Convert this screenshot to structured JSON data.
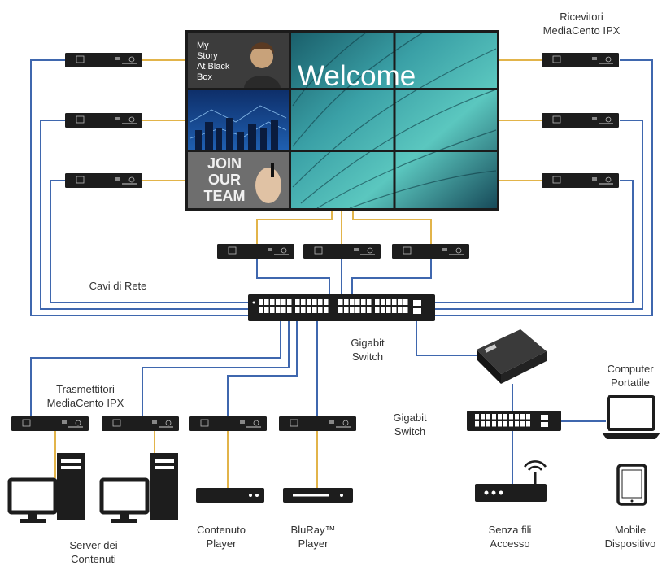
{
  "colors": {
    "link_yellow": "#E2B44A",
    "link_blue": "#3F67AE",
    "device": "#1d1d1d",
    "label": "#333333"
  },
  "labels": {
    "receivers": "Ricevitori\nMediaCento IPX",
    "network_cables": "Cavi di Rete",
    "gigabit_switch_main": "Gigabit\nSwitch",
    "transmitters": "Trasmettitori\nMediaCento IPX",
    "gigabit_switch_secondary": "Gigabit\nSwitch",
    "laptop": "Computer\nPortatile",
    "content_server": "Server dei\nContenuti",
    "content_player": "Contenuto\nPlayer",
    "bluray_player": "BluRay™\nPlayer",
    "wireless_access": "Senza fili\nAccesso",
    "mobile_device": "Mobile\nDispositivo"
  },
  "videowall": {
    "tile_story": "My\nStory\nAt Black\nBox",
    "welcome": "Welcome",
    "join_team": "JOIN\nOUR\nTEAM"
  },
  "icons": {
    "receiver": "av-receiver-icon",
    "transmitter": "av-transmitter-icon",
    "switch": "network-switch-icon",
    "kvm": "kvm-extender-icon",
    "monitor": "monitor-icon",
    "tower": "pc-tower-icon",
    "router": "wireless-router-icon",
    "laptop": "laptop-icon",
    "tablet": "tablet-icon"
  }
}
